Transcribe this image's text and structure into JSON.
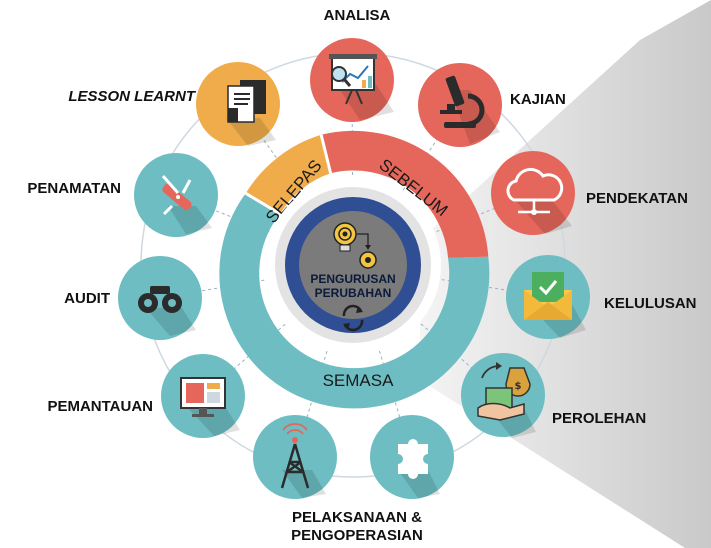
{
  "center": {
    "line1": "PENGURUSAN",
    "line2": "PERUBAHAN",
    "icon": "gears-lightbulb-icon",
    "cycle_icon": "cycle-arrows-icon"
  },
  "segments": {
    "selepas": "SELEPAS",
    "sebelum": "SEBELUM",
    "semasa": "SEMASA"
  },
  "steps": {
    "analisa": "ANALISA",
    "kajian": "KAJIAN",
    "pendekatan": "PENDEKATAN",
    "kelulusan": "KELULUSAN",
    "perolehan": "PEROLEHAN",
    "pelaksanaan_line1": "PELAKSANAAN &",
    "pelaksanaan_line2": "PENGOPERASIAN",
    "pemantauan": "PEMANTAUAN",
    "audit": "AUDIT",
    "penamatan": "PENAMATAN",
    "lesson": "LESSON LEARNT"
  },
  "icons": {
    "analisa": "presentation-board-icon",
    "kajian": "microscope-icon",
    "pendekatan": "cloud-network-icon",
    "kelulusan": "approval-envelope-icon",
    "perolehan": "money-exchange-icon",
    "pelaksanaan_puzzle": "puzzle-icon",
    "pelaksanaan_tower": "transmission-tower-icon",
    "pemantauan": "monitor-icon",
    "audit": "binoculars-icon",
    "penamatan": "multi-tool-icon",
    "lesson": "documents-icon"
  },
  "colors": {
    "teal": "#6dbdc2",
    "red": "#e5675c",
    "orange": "#f0ac4a",
    "navy": "#2f4e93",
    "gray": "#7b7b7b"
  }
}
